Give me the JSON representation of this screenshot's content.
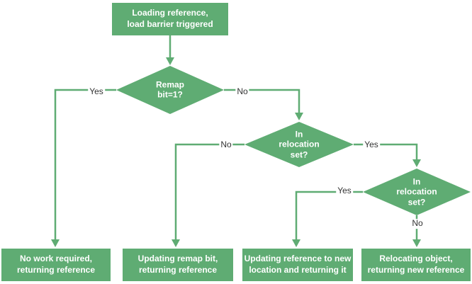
{
  "colors": {
    "shape_fill": "#5fac73",
    "shape_text": "#ffffff",
    "edge_label_text": "#333333",
    "edge_label_bg": "#ffffff",
    "background": "#ffffff"
  },
  "flowchart": {
    "start": {
      "label": "Loading reference,\nload barrier triggered"
    },
    "decisions": [
      {
        "label": "Remap\nbit=1?",
        "yes": "Yes",
        "no": "No"
      },
      {
        "label": "In\nrelocation\nset?",
        "yes": "Yes",
        "no": "No"
      },
      {
        "label": "In\nrelocation\nset?",
        "yes": "Yes",
        "no": "No"
      }
    ],
    "outcomes": [
      {
        "label": "No work required,\nreturning reference"
      },
      {
        "label": "Updating remap bit,\nreturning reference"
      },
      {
        "label": "Updating reference to new\nlocation and returning it"
      },
      {
        "label": "Relocating object,\nreturning new reference"
      }
    ]
  }
}
